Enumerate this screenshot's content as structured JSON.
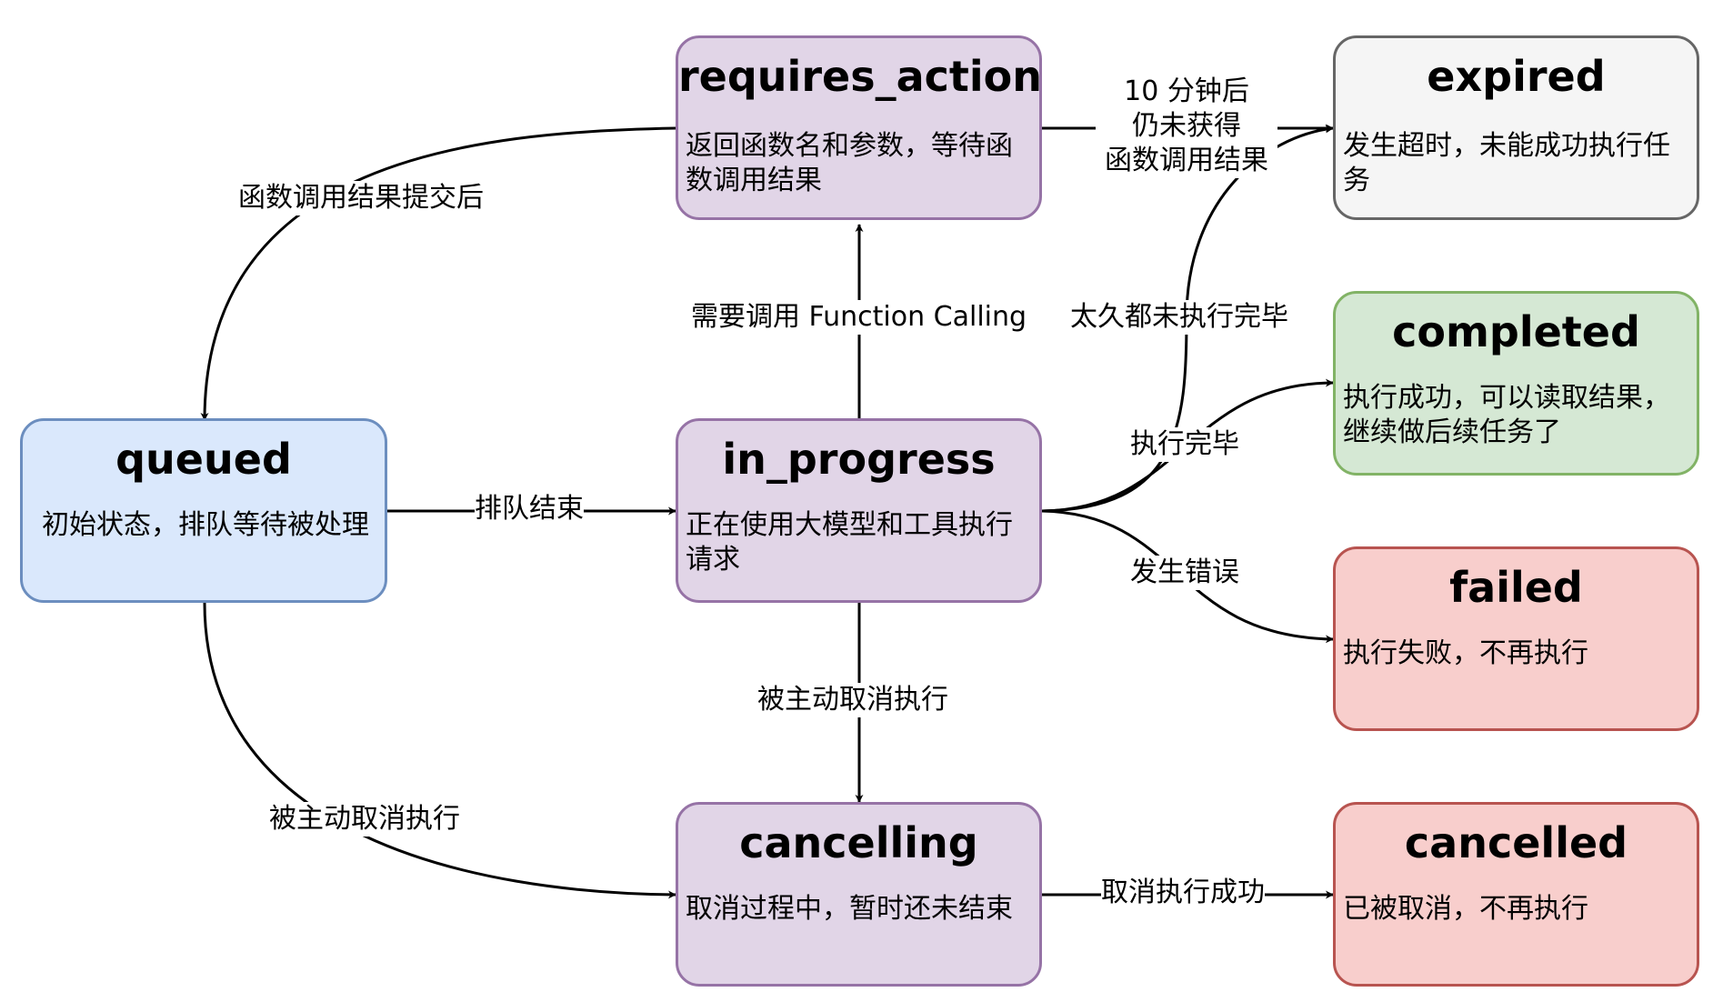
{
  "nodes": {
    "requires_action": {
      "title": "requires_action",
      "desc": "返回函数名和参数，等待函数调用结果"
    },
    "expired": {
      "title": "expired",
      "desc": "发生超时，未能成功执行任务"
    },
    "completed": {
      "title": "completed",
      "desc": "执行成功，可以读取结果，继续做后续任务了"
    },
    "queued": {
      "title": "queued",
      "desc": "初始状态，排队等待被处理"
    },
    "in_progress": {
      "title": "in_progress",
      "desc": "正在使用大模型和工具执行请求"
    },
    "failed": {
      "title": "failed",
      "desc": "执行失败，不再执行"
    },
    "cancelling": {
      "title": "cancelling",
      "desc": "取消过程中，暂时还未结束"
    },
    "cancelled": {
      "title": "cancelled",
      "desc": "已被取消，不再执行"
    }
  },
  "edges": {
    "function_result_submitted": "函数调用结果提交后",
    "timeout_line1": "10 分钟后",
    "timeout_line2": "仍未获得",
    "timeout_line3": "函数调用结果",
    "needs_function_calling": "需要调用 Function Calling",
    "too_long_not_finished": "太久都未执行完毕",
    "execution_finished": "执行完毕",
    "queue_ended": "排队结束",
    "error_occurred": "发生错误",
    "cancelled_actively_1": "被主动取消执行",
    "cancelled_actively_2": "被主动取消执行",
    "cancel_succeeded": "取消执行成功"
  },
  "colors": {
    "purple_fill": "#e1d5e7",
    "purple_stroke": "#9673a6",
    "blue_fill": "#dae8fc",
    "blue_stroke": "#6c8ebf",
    "grey_fill": "#f5f5f5",
    "grey_stroke": "#666666",
    "green_fill": "#d5e8d4",
    "green_stroke": "#82b366",
    "red_fill": "#f8cecc",
    "red_stroke": "#b85450",
    "edge": "#000000"
  }
}
